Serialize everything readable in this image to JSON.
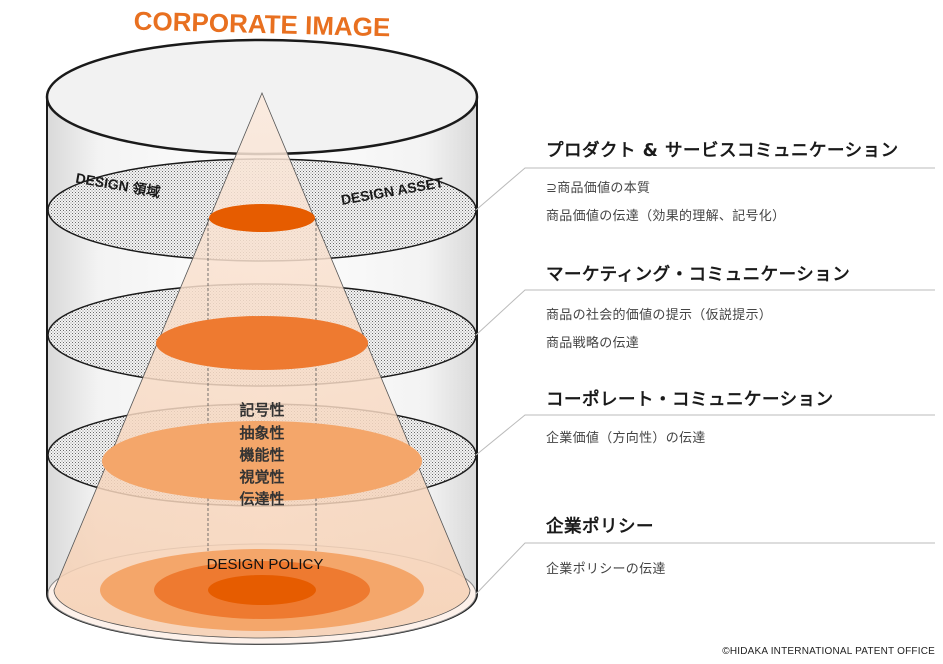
{
  "title": "CORPORATE IMAGE",
  "colors": {
    "accent": "#e87020",
    "cone_fill": "#f8ddc8",
    "disc_dark": "#e65c00",
    "disc_mid": "#ee7a30",
    "disc_light": "#f4a66a",
    "cylinder_shade": "#ececec"
  },
  "cylinder": {
    "top_left_label": "DESIGN 領域",
    "top_right_label": "DESIGN ASSET",
    "center_labels": [
      "記号性",
      "抽象性",
      "機能性",
      "視覚性",
      "伝達性"
    ],
    "base_label": "DESIGN POLICY"
  },
  "sections": [
    {
      "heading": "プロダクト & サービスコミュニケーション",
      "lines": [
        "⊇商品価値の本質",
        "商品価値の伝達（効果的理解、記号化）"
      ]
    },
    {
      "heading": "マーケティング・コミュニケーション",
      "lines": [
        "商品の社会的価値の提示（仮説提示）",
        "商品戦略の伝達"
      ]
    },
    {
      "heading": "コーポレート・コミュニケーション",
      "lines": [
        "企業価値（方向性）の伝達"
      ]
    },
    {
      "heading": "企業ポリシー",
      "lines": [
        "企業ポリシーの伝達"
      ]
    }
  ],
  "copyright": "©HIDAKA INTERNATIONAL PATENT OFFICE"
}
